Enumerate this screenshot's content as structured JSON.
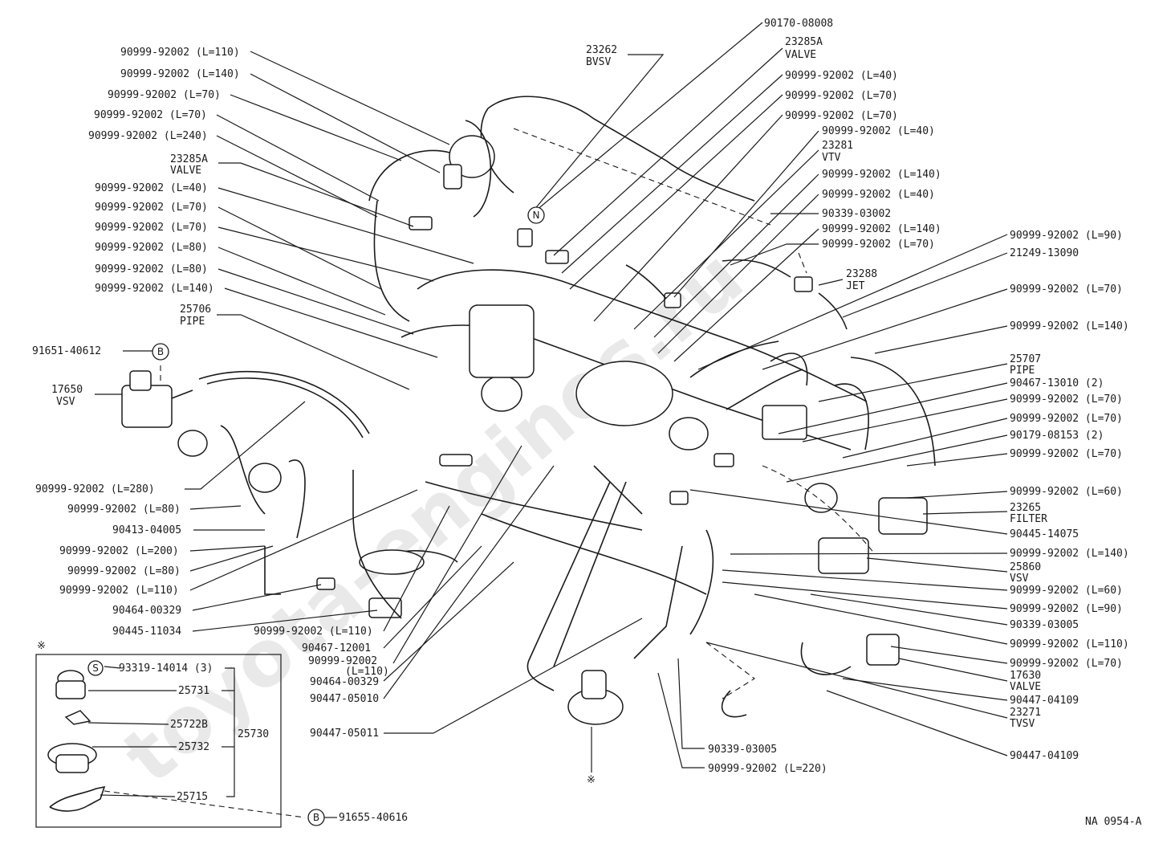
{
  "watermark": "toyota-engines.ru",
  "diagram_code": "NA 0954-A",
  "star_mark": "※",
  "circle_n": "N",
  "circle_b": "B",
  "circle_s": "S",
  "left_labels": [
    {
      "t1": "90999-92002 (L=110)"
    },
    {
      "t1": "90999-92002 (L=140)"
    },
    {
      "t1": "90999-92002 (L=70)"
    },
    {
      "t1": "90999-92002 (L=70)"
    },
    {
      "t1": "90999-92002 (L=240)"
    },
    {
      "t1": "23285A",
      "t2": "VALVE"
    },
    {
      "t1": "90999-92002 (L=40)"
    },
    {
      "t1": "90999-92002 (L=70)"
    },
    {
      "t1": "90999-92002 (L=70)"
    },
    {
      "t1": "90999-92002 (L=80)"
    },
    {
      "t1": "90999-92002 (L=80)"
    },
    {
      "t1": "90999-92002 (L=140)"
    },
    {
      "t1": "25706",
      "t2": "PIPE"
    },
    {
      "t1": "91651-40612"
    },
    {
      "t1": "17650",
      "t2": "VSV"
    },
    {
      "t1": "90999-92002 (L=280)"
    },
    {
      "t1": "90999-92002 (L=80)"
    },
    {
      "t1": "90413-04005"
    },
    {
      "t1": "90999-92002 (L=200)"
    },
    {
      "t1": "90999-92002 (L=80)"
    },
    {
      "t1": "90999-92002 (L=110)"
    },
    {
      "t1": "90464-00329"
    },
    {
      "t1": "90445-11034"
    }
  ],
  "top_labels": [
    {
      "t1": "23262",
      "t2": "BVSV"
    },
    {
      "t1": "90170-08008"
    },
    {
      "t1": "23285A",
      "t2": "VALVE"
    },
    {
      "t1": "90999-92002 (L=40)"
    },
    {
      "t1": "90999-92002 (L=70)"
    },
    {
      "t1": "90999-92002 (L=70)"
    },
    {
      "t1": "90999-92002 (L=40)"
    },
    {
      "t1": "23281",
      "t2": "VTV"
    },
    {
      "t1": "90999-92002 (L=140)"
    },
    {
      "t1": "90999-92002 (L=40)"
    },
    {
      "t1": "90339-03002"
    },
    {
      "t1": "90999-92002 (L=140)"
    },
    {
      "t1": "90999-92002 (L=70)"
    },
    {
      "t1": "23288",
      "t2": "JET"
    }
  ],
  "right_labels": [
    {
      "t1": "90999-92002 (L=90)"
    },
    {
      "t1": "21249-13090"
    },
    {
      "t1": "90999-92002 (L=70)"
    },
    {
      "t1": "90999-92002 (L=140)"
    },
    {
      "t1": "25707",
      "t2": "PIPE"
    },
    {
      "t1": "90467-13010 (2)"
    },
    {
      "t1": "90999-92002 (L=70)"
    },
    {
      "t1": "90999-92002 (L=70)"
    },
    {
      "t1": "90179-08153 (2)"
    },
    {
      "t1": "90999-92002 (L=70)"
    },
    {
      "t1": "90999-92002 (L=60)"
    },
    {
      "t1": "23265",
      "t2": "FILTER"
    },
    {
      "t1": "90445-14075"
    },
    {
      "t1": "90999-92002 (L=140)"
    },
    {
      "t1": "25860",
      "t2": "VSV"
    },
    {
      "t1": "90999-92002 (L=60)"
    },
    {
      "t1": "90999-92002 (L=90)"
    },
    {
      "t1": "90339-03005"
    },
    {
      "t1": "90999-92002 (L=110)"
    },
    {
      "t1": "90999-92002 (L=70)"
    },
    {
      "t1": "17630",
      "t2": "VALVE"
    },
    {
      "t1": "90447-04109"
    },
    {
      "t1": "23271",
      "t2": "TVSV"
    },
    {
      "t1": "90447-04109"
    }
  ],
  "bottom_labels": [
    {
      "t1": "90999-92002 (L=110)"
    },
    {
      "t1": "90467-12001"
    },
    {
      "t1": "90999-92002",
      "t2": "(L=110)"
    },
    {
      "t1": "90464-00329"
    },
    {
      "t1": "90447-05010"
    },
    {
      "t1": "90447-05011"
    },
    {
      "t1": "90339-03005"
    },
    {
      "t1": "90999-92002 (L=220)"
    }
  ],
  "inset_labels": [
    {
      "t1": "93319-14014 (3)"
    },
    {
      "t1": "25731"
    },
    {
      "t1": "25722B"
    },
    {
      "t1": "25730"
    },
    {
      "t1": "25732"
    },
    {
      "t1": "25715"
    },
    {
      "t1": "91655-40616"
    }
  ]
}
